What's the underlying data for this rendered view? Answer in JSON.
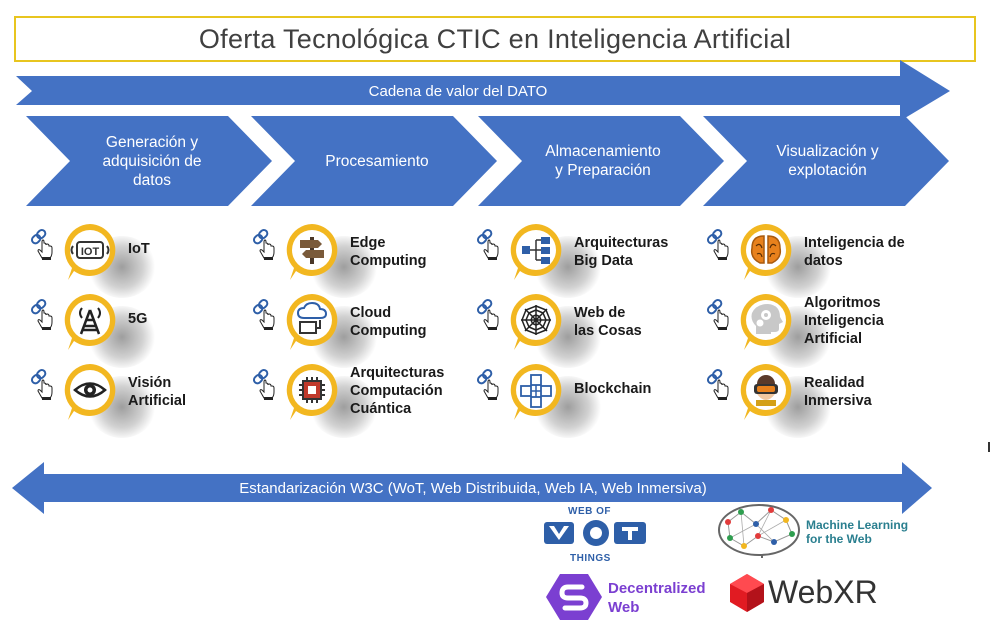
{
  "title": "Oferta Tecnológica CTIC en Inteligencia Artificial",
  "value_chain_label": "Cadena de valor del DATO",
  "stages": [
    {
      "label": "Generación y\nadquisición de\ndatos"
    },
    {
      "label": "Procesamiento"
    },
    {
      "label": "Almacenamiento\ny Preparación"
    },
    {
      "label": "Visualización y\nexplotación"
    }
  ],
  "items": [
    {
      "label": "IoT",
      "icon": "iot-icon"
    },
    {
      "label": "5G",
      "icon": "antenna-tower-icon"
    },
    {
      "label": "Visión\nArtificial",
      "icon": "eye-icon"
    },
    {
      "label": "Edge\nComputing",
      "icon": "signpost-icon"
    },
    {
      "label": "Cloud\nComputing",
      "icon": "cloud-computer-icon"
    },
    {
      "label": "Arquitecturas\nComputación\nCuántica",
      "icon": "chip-icon"
    },
    {
      "label": "Arquitecturas\nBig Data",
      "icon": "hierarchy-icon"
    },
    {
      "label": "Web de\nlas Cosas",
      "icon": "spider-web-icon"
    },
    {
      "label": "Blockchain",
      "icon": "blocks-icon"
    },
    {
      "label": "Inteligencia de\ndatos",
      "icon": "brain-icon"
    },
    {
      "label": "Algoritmos\nInteligencia\nArtificial",
      "icon": "head-gears-icon"
    },
    {
      "label": "Realidad\nInmersiva",
      "icon": "vr-headset-icon"
    }
  ],
  "standardization_label": "Estandarización W3C (WoT, Web Distribuida, Web IA, Web Inmersiva)",
  "logos": {
    "wot_top": "WEB OF",
    "wot_bottom": "THINGS",
    "wot_mid": "V•O•T",
    "ml_line1": "Machine Learning",
    "ml_line2": "for the Web",
    "decentralized_line1": "Decentralized",
    "decentralized_line2": "Web",
    "webxr": "WebXR"
  },
  "colors": {
    "arrow_blue": "#4472c4",
    "badge_gold": "#f2b720",
    "title_border": "#e8c51f",
    "purple": "#7b3fd1",
    "webxr_red": "#e11b22",
    "wot_blue": "#2e5fa8",
    "ml_teal": "#2a7f8f"
  }
}
